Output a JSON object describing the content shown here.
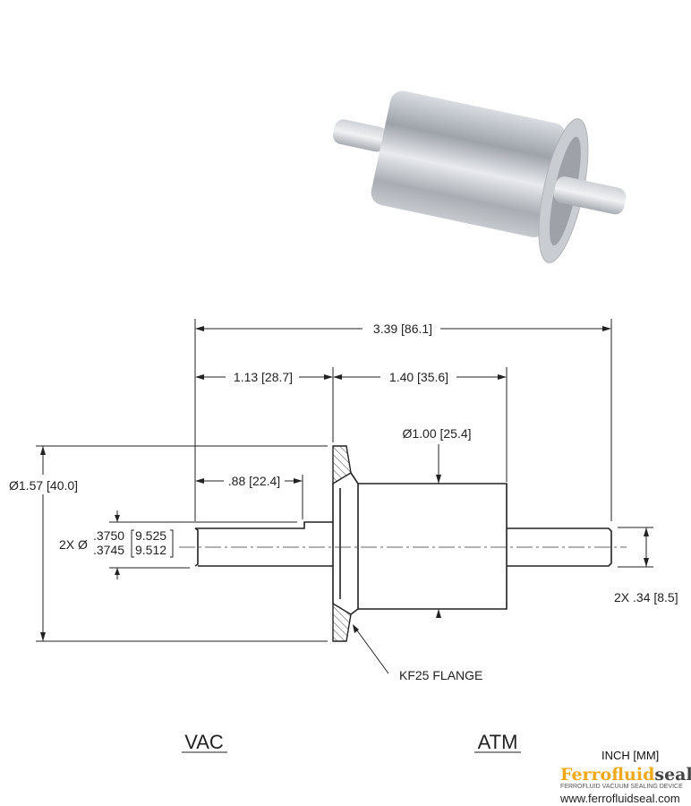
{
  "dimensions": {
    "overall_length": "3.39 [86.1]",
    "vac_side_length": "1.13 [28.7]",
    "atm_side_length": "1.40 [35.6]",
    "body_diameter": "Ø1.00 [25.4]",
    "flange_diameter": "Ø1.57 [40.0]",
    "shaft_step_length": ".88 [22.4]",
    "shaft_diameter_prefix": "2X Ø",
    "shaft_diameter_upper_in": ".3750",
    "shaft_diameter_lower_in": ".3745",
    "shaft_diameter_upper_mm": "9.525",
    "shaft_diameter_lower_mm": "9.512",
    "shaft_flat": "2X .34 [8.5]"
  },
  "labels": {
    "flange": "KF25 FLANGE",
    "vac": "VAC",
    "atm": "ATM",
    "units": "INCH [MM]"
  },
  "logo": {
    "brand_part1": "Ferrofluid",
    "brand_part2": "seal",
    "tagline": "FERROFLUID VACUUM SEALING DEVICE",
    "url": "www.ferrofluidseal.com"
  },
  "colors": {
    "brand_orange": "#f0a818",
    "brand_gray": "#444444"
  }
}
